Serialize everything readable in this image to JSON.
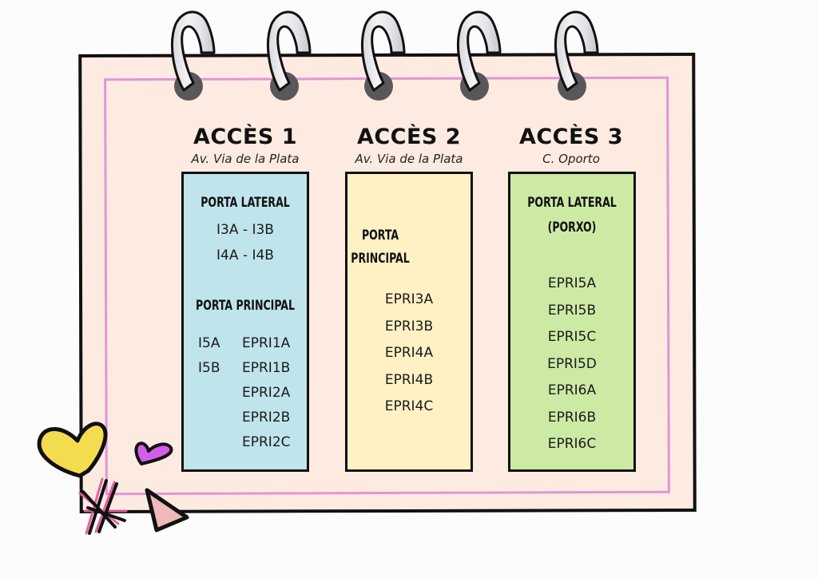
{
  "colors": {
    "paper": "#fdebe1",
    "inner_frame": "#e394d8",
    "box_1": "#c0e4ec",
    "box_2": "#fff1c4",
    "box_3": "#cdeaa5",
    "heart_large": "#f3dd4f",
    "heart_small": "#d55ce8",
    "triangle": "#f0b9b9",
    "hash_accent": "#e35a9a"
  },
  "accesses": [
    {
      "title": "ACCÈS 1",
      "street": "Av. Via de la Plata",
      "sections": [
        {
          "heading": "PORTA LATERAL",
          "groups": [
            "I3A - I3B",
            "I4A - I4B"
          ]
        },
        {
          "heading": "PORTA PRINCIPAL",
          "left_groups": [
            "I5A",
            "I5B"
          ],
          "right_groups": [
            "EPRI1A",
            "EPRI1B",
            "EPRI2A",
            "EPRI2B",
            "EPRI2C"
          ]
        }
      ]
    },
    {
      "title": "ACCÈS 2",
      "street": "Av. Via de la Plata",
      "sections": [
        {
          "heading_lines": [
            "PORTA",
            "PRINCIPAL"
          ],
          "groups": [
            "EPRI3A",
            "EPRI3B",
            "EPRI4A",
            "EPRI4B",
            "EPRI4C"
          ]
        }
      ]
    },
    {
      "title": "ACCÈS 3",
      "street": "C. Oporto",
      "sections": [
        {
          "heading_lines": [
            "PORTA LATERAL",
            "(PORXO)"
          ],
          "groups": [
            "EPRI5A",
            "EPRI5B",
            "EPRI5C",
            "EPRI5D",
            "EPRI6A",
            "EPRI6B",
            "EPRI6C"
          ]
        }
      ]
    }
  ],
  "decorations": {
    "ring_count": 5,
    "icons": [
      "heart-large",
      "heart-small",
      "hash-doodle",
      "triangle"
    ]
  }
}
